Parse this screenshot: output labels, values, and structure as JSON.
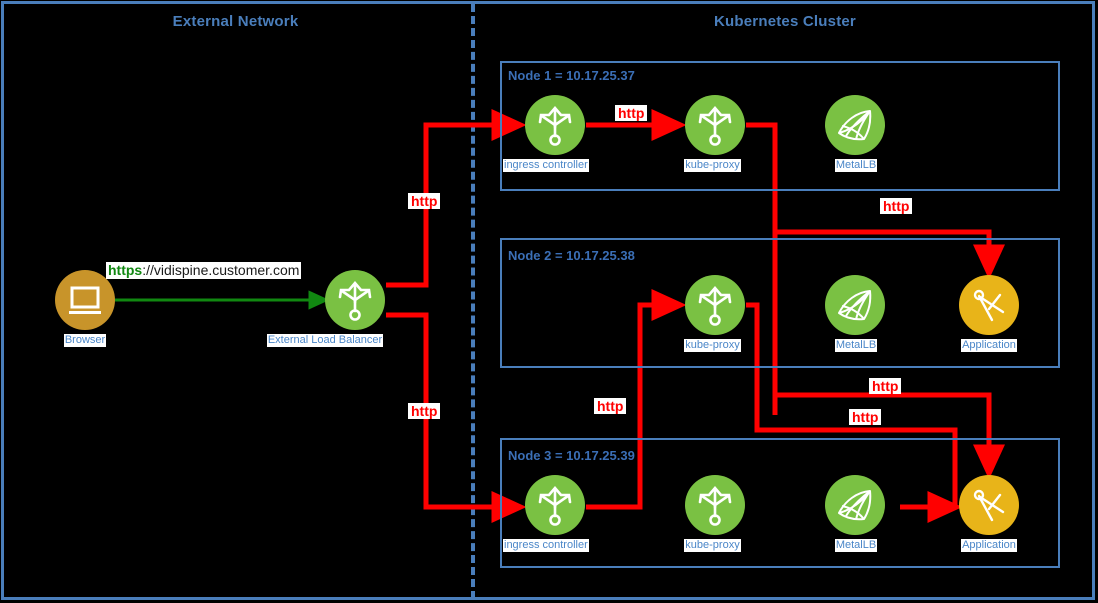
{
  "zones": {
    "external": {
      "title": "External Network"
    },
    "cluster": {
      "title": "Kubernetes Cluster"
    }
  },
  "colors": {
    "background": "#000000",
    "frame_blue": "#4a7ebb",
    "label_blue": "#4a86c8",
    "node_green": "#7ac143",
    "app_gold": "#e8b419",
    "browser_bronze": "#c8942a",
    "wire_red": "#ff0000",
    "wire_green": "#118811"
  },
  "external": {
    "browser": {
      "label": "Browser",
      "icon": "monitor-icon"
    },
    "load_balancer": {
      "label": "External Load Balancer",
      "icon": "load-balancer-icon"
    },
    "url_prefix": "https",
    "url_rest": "://vidispine.customer.com"
  },
  "nodes": [
    {
      "label": "Node 1 = 10.17.25.37",
      "items": [
        {
          "label": "ingress controller",
          "icon": "load-balancer-icon",
          "kind": "green"
        },
        {
          "label": "kube-proxy",
          "icon": "load-balancer-icon",
          "kind": "green"
        },
        {
          "label": "MetalLB",
          "icon": "mesh-net-icon",
          "kind": "green"
        }
      ]
    },
    {
      "label": "Node 2 = 10.17.25.38",
      "items": [
        {
          "label": "kube-proxy",
          "icon": "load-balancer-icon",
          "kind": "green"
        },
        {
          "label": "MetalLB",
          "icon": "mesh-net-icon",
          "kind": "green"
        },
        {
          "label": "Application",
          "icon": "compass-icon",
          "kind": "gold"
        }
      ]
    },
    {
      "label": "Node 3 = 10.17.25.39",
      "items": [
        {
          "label": "ingress controller",
          "icon": "load-balancer-icon",
          "kind": "green"
        },
        {
          "label": "kube-proxy",
          "icon": "load-balancer-icon",
          "kind": "green"
        },
        {
          "label": "MetalLB",
          "icon": "mesh-net-icon",
          "kind": "green"
        },
        {
          "label": "Application",
          "icon": "compass-icon",
          "kind": "gold"
        }
      ]
    }
  ],
  "edge_labels": {
    "lb_to_node1": "http",
    "node1_ingress_to_proxy": "http",
    "node1_proxy_to_node2_app": "http",
    "lb_to_node3": "http",
    "node3_ingress_to_node2_proxy": "http",
    "node1_proxy_to_node3_app": "http",
    "node2_proxy_to_node3_app": "http"
  }
}
